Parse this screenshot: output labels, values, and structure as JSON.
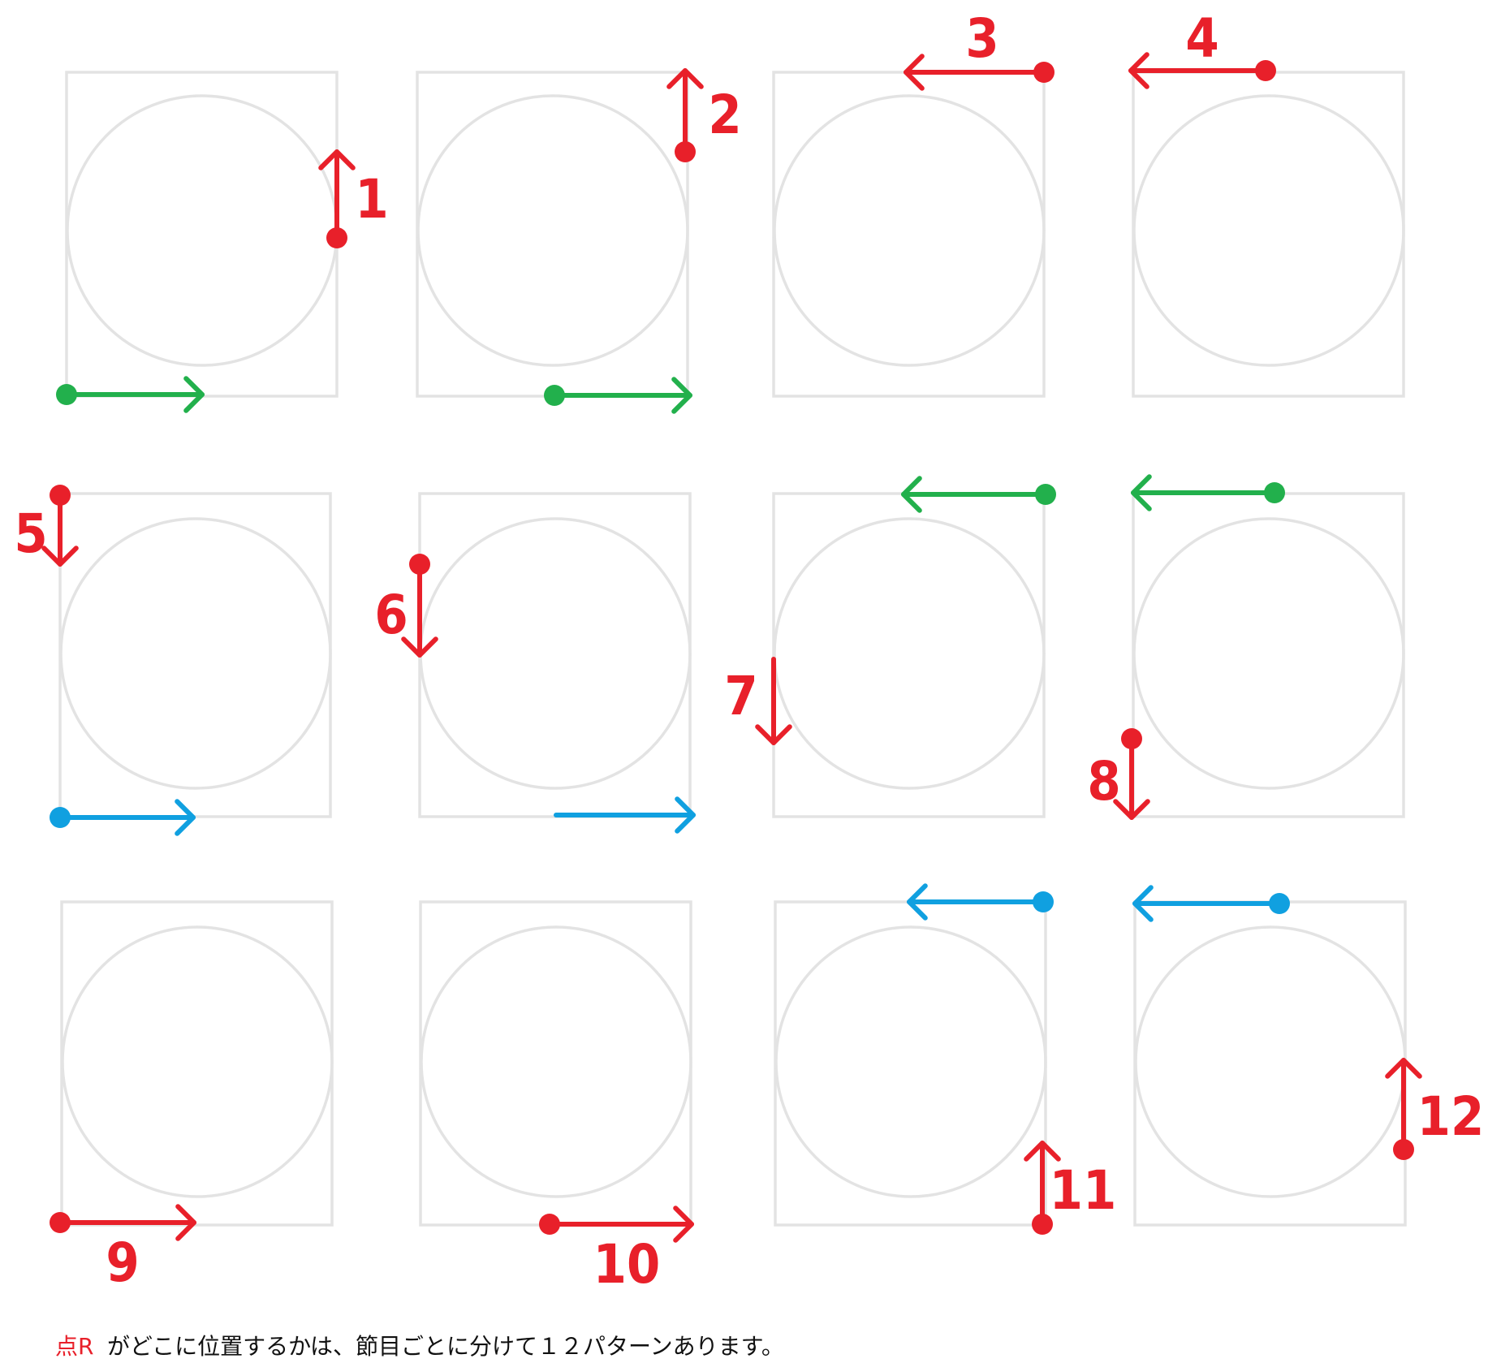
{
  "colors": {
    "red": "#e8202a",
    "green": "#22b04c",
    "blue": "#10a0e0",
    "frame": "#e3e3e3",
    "text": "#111111"
  },
  "patterns": [
    "1",
    "2",
    "3",
    "4",
    "5",
    "6",
    "7",
    "8",
    "9",
    "10",
    "11",
    "12"
  ],
  "caption": {
    "point_label": "点R",
    "text": "がどこに位置するかは、節目ごとに分けて１２パターンあります。"
  }
}
